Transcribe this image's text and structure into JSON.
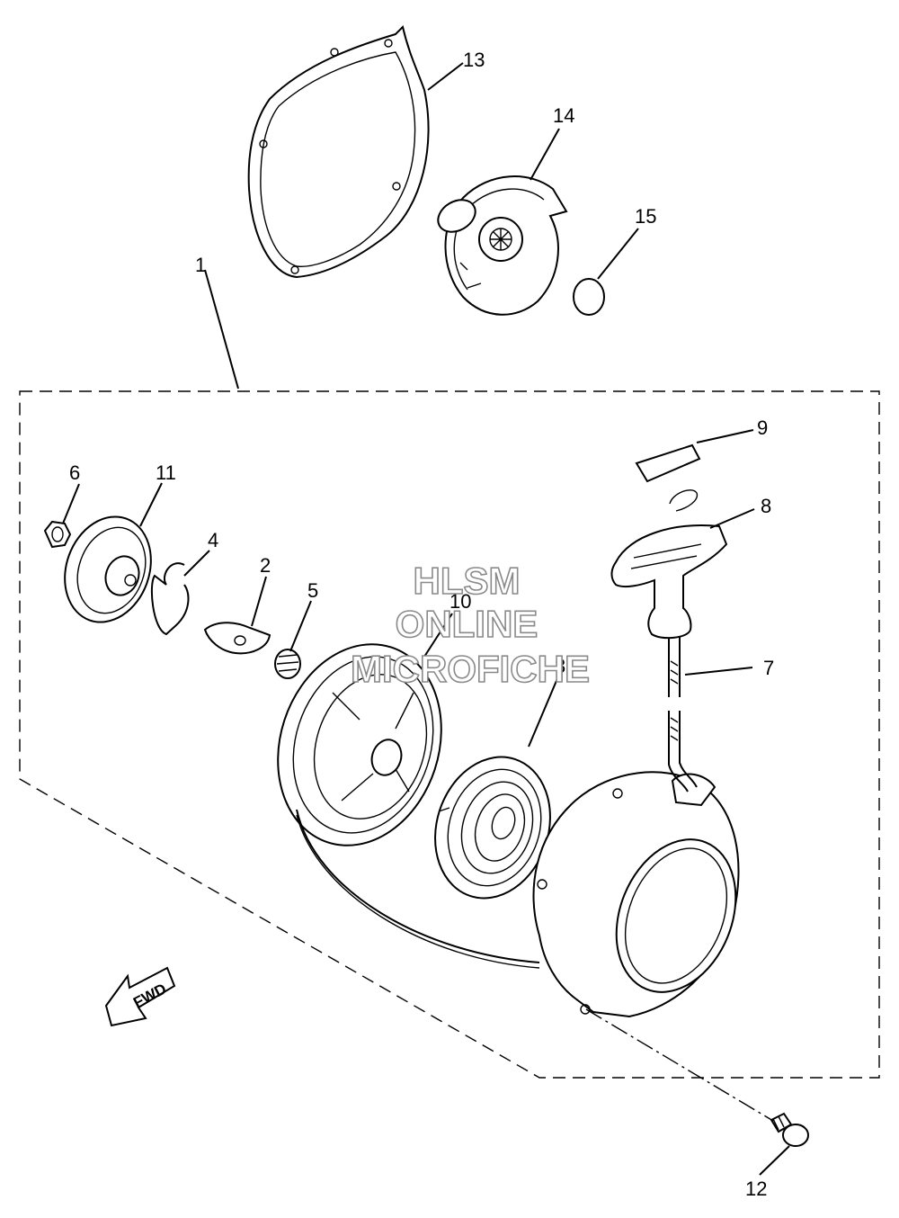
{
  "diagram": {
    "callouts": {
      "c1": "1",
      "c2": "2",
      "c3": "3",
      "c4": "4",
      "c5": "5",
      "c6": "6",
      "c7": "7",
      "c8": "8",
      "c9": "9",
      "c10": "10",
      "c11": "11",
      "c12": "12",
      "c13": "13",
      "c14": "14",
      "c15": "15"
    },
    "fwd_label": "FWD",
    "watermark": {
      "line1": "HLSM",
      "line2": "ONLINE",
      "line3": "MICROFICHE"
    }
  }
}
